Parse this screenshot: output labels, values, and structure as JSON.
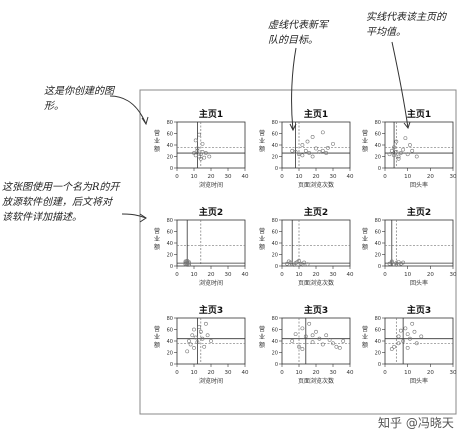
{
  "annotations": {
    "figure_note": "这是你创建的图形。",
    "dashed_note": "虚线代表新军队的目标。",
    "solid_note": "实线代表该主页的平均值。",
    "package_note": "这张图使用一个名为R的开放源软件创建，后文将对该软件详加描述。"
  },
  "watermark": "知乎 @冯晓天",
  "colors": {
    "frame": "#888888",
    "axis": "#333333",
    "point": "#777777",
    "line": "#333333",
    "dashed": "#777777"
  },
  "chart_data": [
    {
      "type": "scatter",
      "title": "主页1",
      "xlabel": "浏览时间",
      "ylabel": "营业额",
      "xlim": [
        0,
        40
      ],
      "ylim": [
        0,
        80
      ],
      "xticks": [
        0,
        10,
        20,
        30,
        40
      ],
      "yticks": [
        0,
        20,
        40,
        60,
        80
      ],
      "solid_x": 12,
      "solid_y": 26,
      "dashed_x": 14,
      "dashed_y": 36,
      "points": [
        [
          10,
          26
        ],
        [
          11,
          22
        ],
        [
          12,
          30
        ],
        [
          13,
          20
        ],
        [
          14,
          24
        ],
        [
          15,
          28
        ],
        [
          16,
          18
        ],
        [
          11,
          48
        ],
        [
          13,
          58
        ],
        [
          15,
          42
        ],
        [
          17,
          26
        ],
        [
          19,
          20
        ],
        [
          12,
          34
        ],
        [
          14,
          16
        ]
      ]
    },
    {
      "type": "scatter",
      "title": "主页1",
      "xlabel": "页面浏览次数",
      "ylabel": "营业额",
      "xlim": [
        0,
        40
      ],
      "ylim": [
        0,
        80
      ],
      "xticks": [
        0,
        10,
        20,
        30,
        40
      ],
      "yticks": [
        0,
        20,
        40,
        60,
        80
      ],
      "solid_x": 8,
      "solid_y": 26,
      "dashed_x": 10,
      "dashed_y": 36,
      "points": [
        [
          6,
          30
        ],
        [
          8,
          28
        ],
        [
          10,
          24
        ],
        [
          12,
          22
        ],
        [
          14,
          30
        ],
        [
          16,
          26
        ],
        [
          18,
          20
        ],
        [
          20,
          34
        ],
        [
          22,
          28
        ],
        [
          24,
          30
        ],
        [
          26,
          26
        ],
        [
          15,
          46
        ],
        [
          18,
          54
        ],
        [
          24,
          62
        ],
        [
          30,
          42
        ],
        [
          12,
          40
        ],
        [
          27,
          35
        ]
      ]
    },
    {
      "type": "scatter",
      "title": "主页1",
      "xlabel": "回头率",
      "ylabel": "营业额",
      "xlim": [
        0,
        30
      ],
      "ylim": [
        0,
        80
      ],
      "xticks": [
        0,
        10,
        20,
        30
      ],
      "yticks": [
        0,
        20,
        40,
        60,
        80
      ],
      "solid_x": 4,
      "solid_y": 26,
      "dashed_x": 5,
      "dashed_y": 36,
      "points": [
        [
          2,
          24
        ],
        [
          3,
          30
        ],
        [
          4,
          22
        ],
        [
          5,
          28
        ],
        [
          6,
          20
        ],
        [
          7,
          26
        ],
        [
          8,
          32
        ],
        [
          10,
          24
        ],
        [
          12,
          30
        ],
        [
          14,
          20
        ],
        [
          5,
          46
        ],
        [
          9,
          52
        ],
        [
          4,
          36
        ],
        [
          11,
          40
        ],
        [
          6,
          16
        ]
      ]
    },
    {
      "type": "scatter",
      "title": "主页2",
      "xlabel": "浏览时间",
      "ylabel": "营业额",
      "xlim": [
        0,
        40
      ],
      "ylim": [
        0,
        80
      ],
      "xticks": [
        0,
        10,
        20,
        30,
        40
      ],
      "yticks": [
        0,
        20,
        40,
        60,
        80
      ],
      "solid_x": 6,
      "solid_y": 5,
      "dashed_x": 14,
      "dashed_y": 36,
      "points": [
        [
          5,
          4
        ],
        [
          6,
          6
        ],
        [
          7,
          3
        ],
        [
          5,
          8
        ],
        [
          6,
          2
        ],
        [
          7,
          5
        ],
        [
          6,
          9
        ],
        [
          5,
          6
        ],
        [
          7,
          7
        ],
        [
          6,
          4
        ],
        [
          5,
          3
        ],
        [
          7,
          2
        ]
      ]
    },
    {
      "type": "scatter",
      "title": "主页2",
      "xlabel": "页面浏览次数",
      "ylabel": "营业额",
      "xlim": [
        0,
        40
      ],
      "ylim": [
        0,
        80
      ],
      "xticks": [
        0,
        10,
        20,
        30,
        40
      ],
      "yticks": [
        0,
        20,
        40,
        60,
        80
      ],
      "solid_x": 6,
      "solid_y": 5,
      "dashed_x": 10,
      "dashed_y": 36,
      "points": [
        [
          3,
          4
        ],
        [
          5,
          6
        ],
        [
          6,
          3
        ],
        [
          8,
          5
        ],
        [
          9,
          7
        ],
        [
          11,
          4
        ],
        [
          13,
          6
        ],
        [
          15,
          3
        ],
        [
          4,
          8
        ],
        [
          7,
          2
        ],
        [
          10,
          9
        ],
        [
          12,
          2
        ]
      ]
    },
    {
      "type": "scatter",
      "title": "主页2",
      "xlabel": "回头率",
      "ylabel": "营业额",
      "xlim": [
        0,
        30
      ],
      "ylim": [
        0,
        80
      ],
      "xticks": [
        0,
        10,
        20,
        30
      ],
      "yticks": [
        0,
        20,
        40,
        60,
        80
      ],
      "solid_x": 3,
      "solid_y": 5,
      "dashed_x": 5,
      "dashed_y": 36,
      "points": [
        [
          2,
          4
        ],
        [
          3,
          6
        ],
        [
          4,
          3
        ],
        [
          5,
          5
        ],
        [
          6,
          7
        ],
        [
          7,
          4
        ],
        [
          8,
          6
        ],
        [
          3,
          8
        ],
        [
          5,
          2
        ],
        [
          6,
          3
        ]
      ]
    },
    {
      "type": "scatter",
      "title": "主页3",
      "xlabel": "浏览时间",
      "ylabel": "营业额",
      "xlim": [
        0,
        40
      ],
      "ylim": [
        0,
        80
      ],
      "xticks": [
        0,
        10,
        20,
        30,
        40
      ],
      "yticks": [
        0,
        20,
        40,
        60,
        80
      ],
      "solid_x": 12,
      "solid_y": 44,
      "dashed_x": 14,
      "dashed_y": 36,
      "points": [
        [
          6,
          22
        ],
        [
          8,
          34
        ],
        [
          9,
          50
        ],
        [
          10,
          60
        ],
        [
          11,
          46
        ],
        [
          12,
          38
        ],
        [
          13,
          64
        ],
        [
          14,
          56
        ],
        [
          15,
          44
        ],
        [
          16,
          30
        ],
        [
          18,
          50
        ],
        [
          20,
          40
        ],
        [
          10,
          28
        ],
        [
          17,
          70
        ],
        [
          7,
          40
        ]
      ]
    },
    {
      "type": "scatter",
      "title": "主页3",
      "xlabel": "页面浏览次数",
      "ylabel": "营业额",
      "xlim": [
        0,
        40
      ],
      "ylim": [
        0,
        80
      ],
      "xticks": [
        0,
        10,
        20,
        30,
        40
      ],
      "yticks": [
        0,
        20,
        40,
        60,
        80
      ],
      "solid_x": 14,
      "solid_y": 44,
      "dashed_x": 10,
      "dashed_y": 36,
      "points": [
        [
          6,
          40
        ],
        [
          8,
          52
        ],
        [
          10,
          30
        ],
        [
          12,
          62
        ],
        [
          14,
          48
        ],
        [
          16,
          70
        ],
        [
          18,
          38
        ],
        [
          20,
          56
        ],
        [
          22,
          44
        ],
        [
          24,
          34
        ],
        [
          26,
          50
        ],
        [
          28,
          42
        ],
        [
          30,
          36
        ],
        [
          32,
          30
        ],
        [
          34,
          28
        ],
        [
          36,
          40
        ],
        [
          12,
          26
        ],
        [
          18,
          50
        ]
      ]
    },
    {
      "type": "scatter",
      "title": "主页3",
      "xlabel": "回头率",
      "ylabel": "营业额",
      "xlim": [
        0,
        30
      ],
      "ylim": [
        0,
        80
      ],
      "xticks": [
        0,
        10,
        20,
        30
      ],
      "yticks": [
        0,
        20,
        40,
        60,
        80
      ],
      "solid_x": 8,
      "solid_y": 44,
      "dashed_x": 5,
      "dashed_y": 36,
      "points": [
        [
          4,
          30
        ],
        [
          6,
          48
        ],
        [
          7,
          58
        ],
        [
          8,
          40
        ],
        [
          9,
          62
        ],
        [
          10,
          52
        ],
        [
          11,
          44
        ],
        [
          12,
          70
        ],
        [
          13,
          56
        ],
        [
          14,
          36
        ],
        [
          16,
          48
        ],
        [
          6,
          36
        ],
        [
          10,
          28
        ],
        [
          3,
          26
        ]
      ]
    }
  ]
}
